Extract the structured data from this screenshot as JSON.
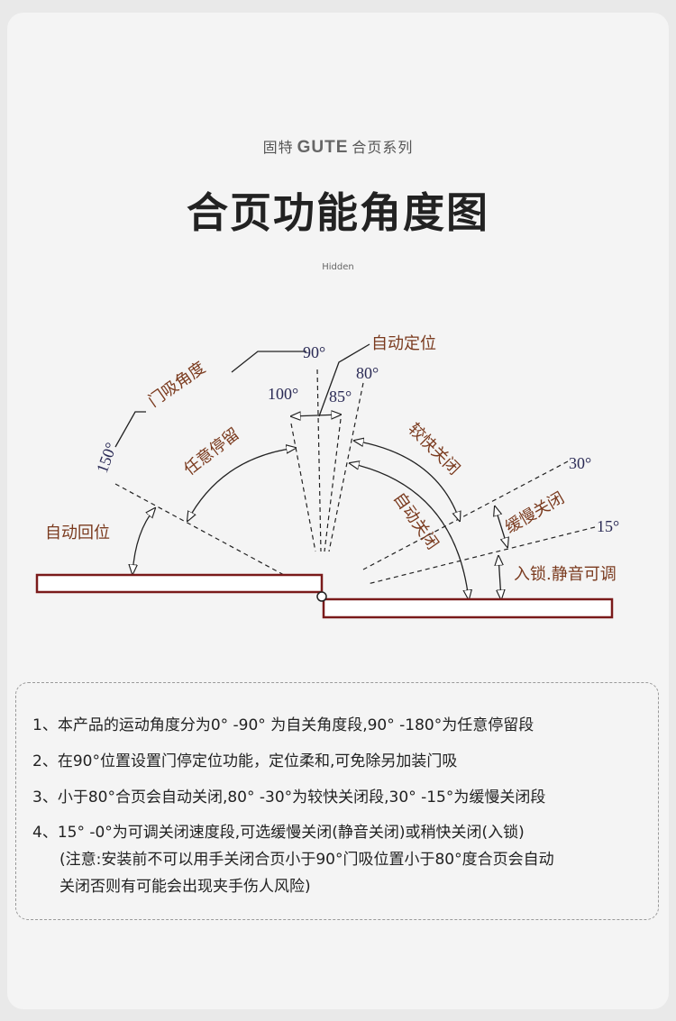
{
  "header": {
    "brand_prefix": "固特",
    "brand_logo": "GUTE",
    "brand_suffix": "合页系列",
    "title": "合页功能角度图",
    "subtitle": "Hidden"
  },
  "diagram": {
    "angles": {
      "a150": "150°",
      "a100": "100°",
      "a90": "90°",
      "a85": "85°",
      "a80": "80°",
      "a30": "30°",
      "a15": "15°"
    },
    "labels": {
      "door_stop": "门吸角度",
      "auto_position": "自动定位",
      "free_stop": "任意停留",
      "auto_return": "自动回位",
      "fast_close": "较快关闭",
      "auto_close": "自动关闭",
      "slow_close": "缓慢关闭",
      "lock_silent": "入锁.静音可调"
    },
    "colors": {
      "plate": "#7a1a1a",
      "label": "#7a3a1e",
      "degree": "#2a2a55"
    }
  },
  "notes": [
    "1、本产品的运动角度分为0° -90° 为自关角度段,90° -180°为任意停留段",
    "2、在90°位置设置门停定位功能，定位柔和,可免除另加装门吸",
    "3、小于80°合页会自动关闭,80° -30°为较快关闭段,30° -15°为缓慢关闭段",
    "4、15° -0°为可调关闭速度段,可选缓慢关闭(静音关闭)或稍快关闭(入锁)",
    "(注意:安装前不可以用手关闭合页小于90°门吸位置小于80°度合页会自动",
    "关闭否则有可能会出现夹手伤人风险)"
  ]
}
